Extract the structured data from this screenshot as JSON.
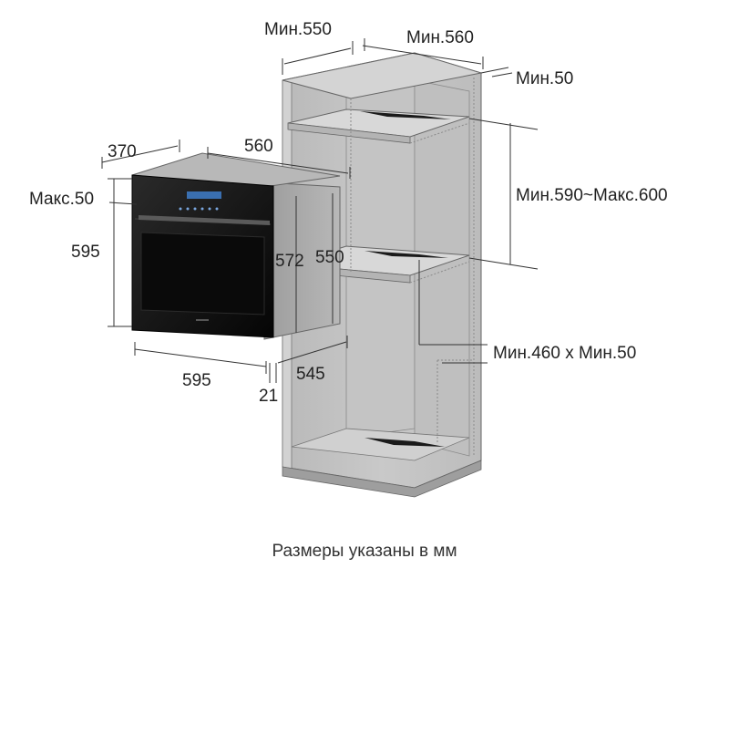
{
  "labels": {
    "cab_depth": "Мин.550",
    "cab_width": "Мин.560",
    "top_gap": "Мин.50",
    "niche_height": "Мин.590~Макс.600",
    "vent_opening": "Мин.460 x Мин.50",
    "oven_depth_top": "370",
    "oven_width_top": "560",
    "oven_max_gap": "Макс.50",
    "oven_front_height": "595",
    "oven_body_height": "572",
    "oven_body_height2": "550",
    "oven_front_width": "595",
    "oven_body_width": "545",
    "oven_panel": "21"
  },
  "caption": "Размеры указаны в мм",
  "colors": {
    "cabinet_fill": "#c9c9c9",
    "cabinet_inner": "#bdbdbd",
    "shelf": "#d6d6d6",
    "oven_front": "#141414",
    "oven_body": "#a8a8a8",
    "line": "#333333"
  }
}
